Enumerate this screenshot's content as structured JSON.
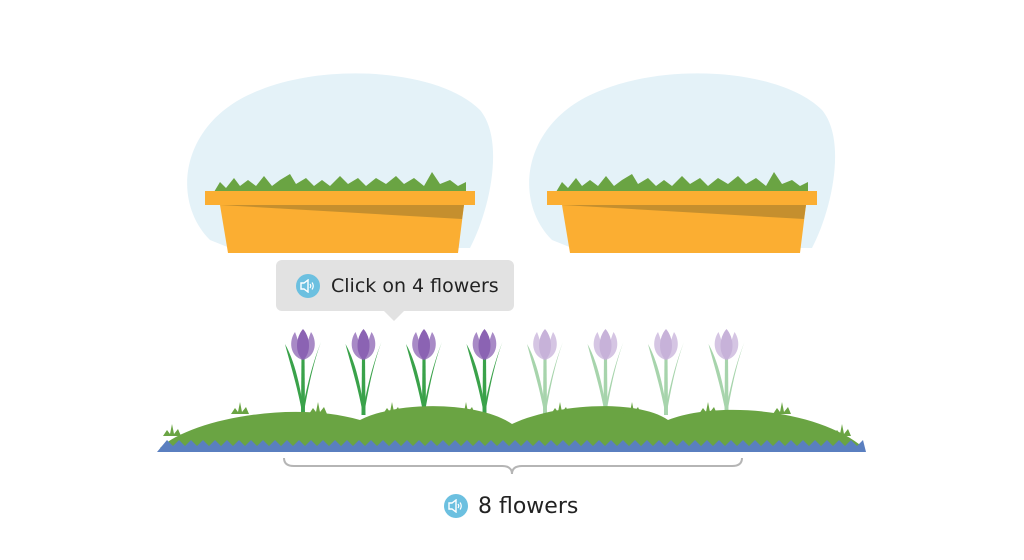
{
  "prompt": {
    "text": "Click on 4 flowers",
    "icon": "speaker-icon"
  },
  "count": {
    "text": "8 flowers",
    "icon": "speaker-icon"
  },
  "planters": {
    "count": 2,
    "color": "#fbae32",
    "shadow": "#c58f2e",
    "grass_color": "#6aa443",
    "cloud_color": "#e4f2f8"
  },
  "flowers": {
    "total": 8,
    "highlighted": 4,
    "petal_dark": "#8b63b3",
    "petal_light": "#c7b2d9",
    "stem_dark": "#3aa24a",
    "stem_light": "#a7d4ac"
  },
  "ground": {
    "grass_color": "#6aa443",
    "water_color": "#5a7fc0"
  },
  "colors": {
    "speaker": "#6cc0e0",
    "tooltip_bg": "#e2e2e2",
    "brace": "#b5b5b5"
  }
}
